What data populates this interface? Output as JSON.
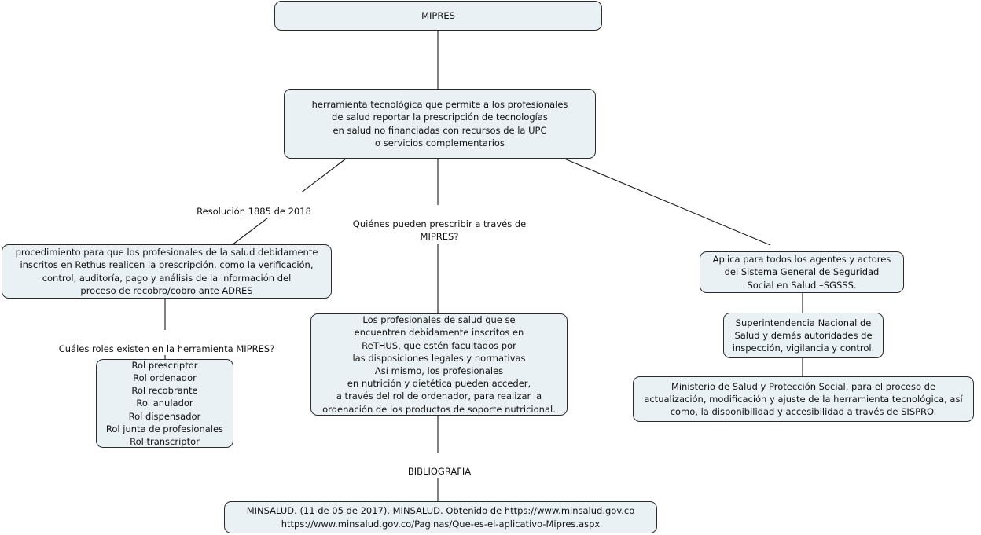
{
  "diagram": {
    "title": "MIPRES",
    "background_color": "#ffffff",
    "node_fill_color": "#e9f1f4",
    "node_border_color": "#2b2b2b",
    "line_color": "#1a1a1a",
    "nodes": {
      "root": "MIPRES",
      "definition": "herramienta tecnológica que permite a los profesionales\nde salud reportar la prescripción de tecnologías\nen salud no financiadas con recursos de la UPC\no servicios complementarios",
      "procedure": "procedimiento para que los profesionales de la salud debidamente\ninscritos en Rethus realicen la prescripción. como la verificación,\ncontrol, auditoría, pago y análisis de la información del\nproceso de recobro/cobro ante ADRES",
      "roles": "Rol prescriptor\nRol ordenador\nRol recobrante\nRol anulador\nRol dispensador\nRol junta de profesionales\nRol transcriptor",
      "prescribers": "Los profesionales de salud que se\nencuentren debidamente inscritos en\nReTHUS, que estén facultados por\nlas disposiciones legales y normativas\nAsí mismo, los profesionales\nen nutrición y dietética pueden acceder,\na través del rol de ordenador, para realizar la\nordenación de los productos de soporte nutricional.",
      "scope": "Aplica para todos los agentes y actores\ndel Sistema General de Seguridad\nSocial en Salud –SGSSS.",
      "supervision": "Superintendencia Nacional de\nSalud y demás autoridades de\ninspección, vigilancia y control.",
      "ministry": "Ministerio de Salud y Protección Social, para el proceso de\nactualización, modificación y ajuste de la herramienta tecnológica, así\ncomo, la disponibilidad y accesibilidad a través de SISPRO.",
      "bibliography": "MINSALUD. (11 de 05 de 2017). MINSALUD. Obtenido de https://www.minsalud.gov.co\nhttps://www.minsalud.gov.co/Paginas/Que-es-el-aplicativo-Mipres.aspx"
    },
    "edge_labels": {
      "resolution": "Resolución 1885 de 2018",
      "who_can_prescribe": "Quiénes pueden prescribir a través de\nMIPRES?",
      "which_roles": "Cuáles roles existen en la herramienta MIPRES?",
      "bibliography_heading": "BIBLIOGRAFIA"
    }
  }
}
